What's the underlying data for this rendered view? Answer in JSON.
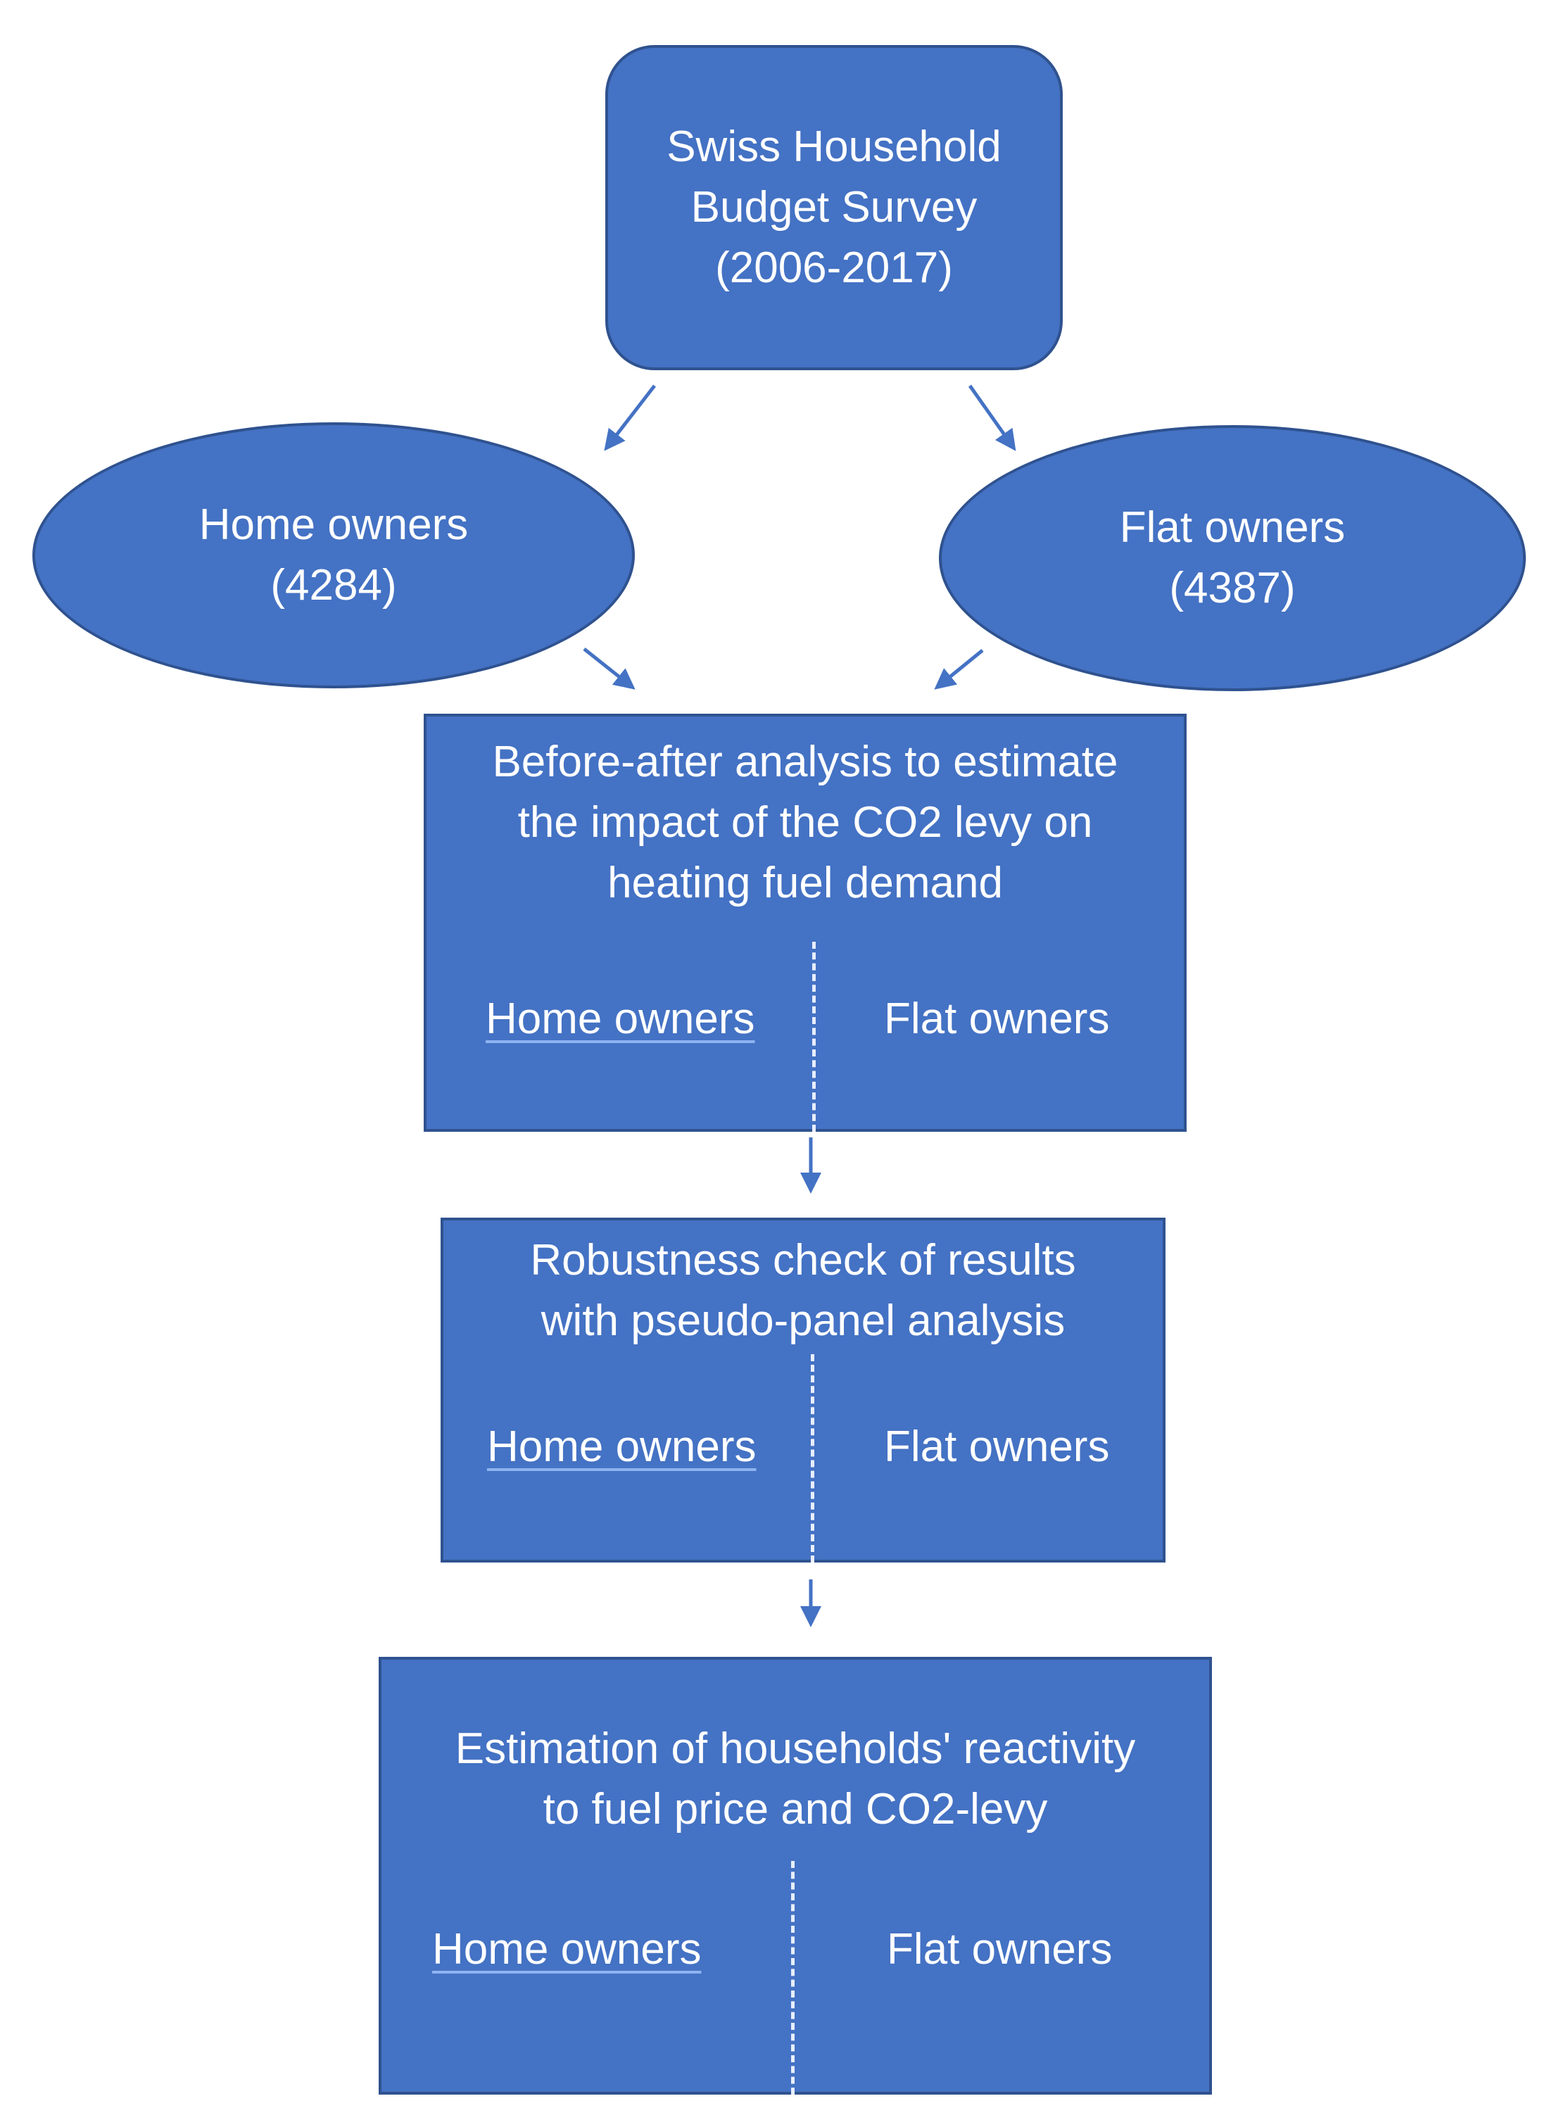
{
  "source": {
    "lines": [
      "Swiss Household",
      "Budget Survey",
      "(2006-2017)"
    ]
  },
  "home_owners_group": {
    "lines": [
      "Home owners",
      "(4284)"
    ]
  },
  "flat_owners_group": {
    "lines": [
      "Flat owners",
      "(4387)"
    ]
  },
  "before_after": {
    "lines": [
      "Before-after analysis to estimate",
      "the impact of the CO2 levy on",
      "heating fuel demand"
    ],
    "left_label": "Home owners",
    "right_label": "Flat owners"
  },
  "robustness": {
    "lines": [
      "Robustness check of results",
      "with pseudo-panel analysis"
    ],
    "left_label": "Home owners",
    "right_label": "Flat owners"
  },
  "estimation": {
    "lines": [
      "Estimation of households' reactivity",
      "to fuel price and CO2-levy"
    ],
    "left_label": "Home owners",
    "right_label": "Flat owners"
  },
  "colors": {
    "fill": "#4472c4",
    "border": "#2f528f",
    "arrow": "#4472c4",
    "text": "#ffffff"
  }
}
